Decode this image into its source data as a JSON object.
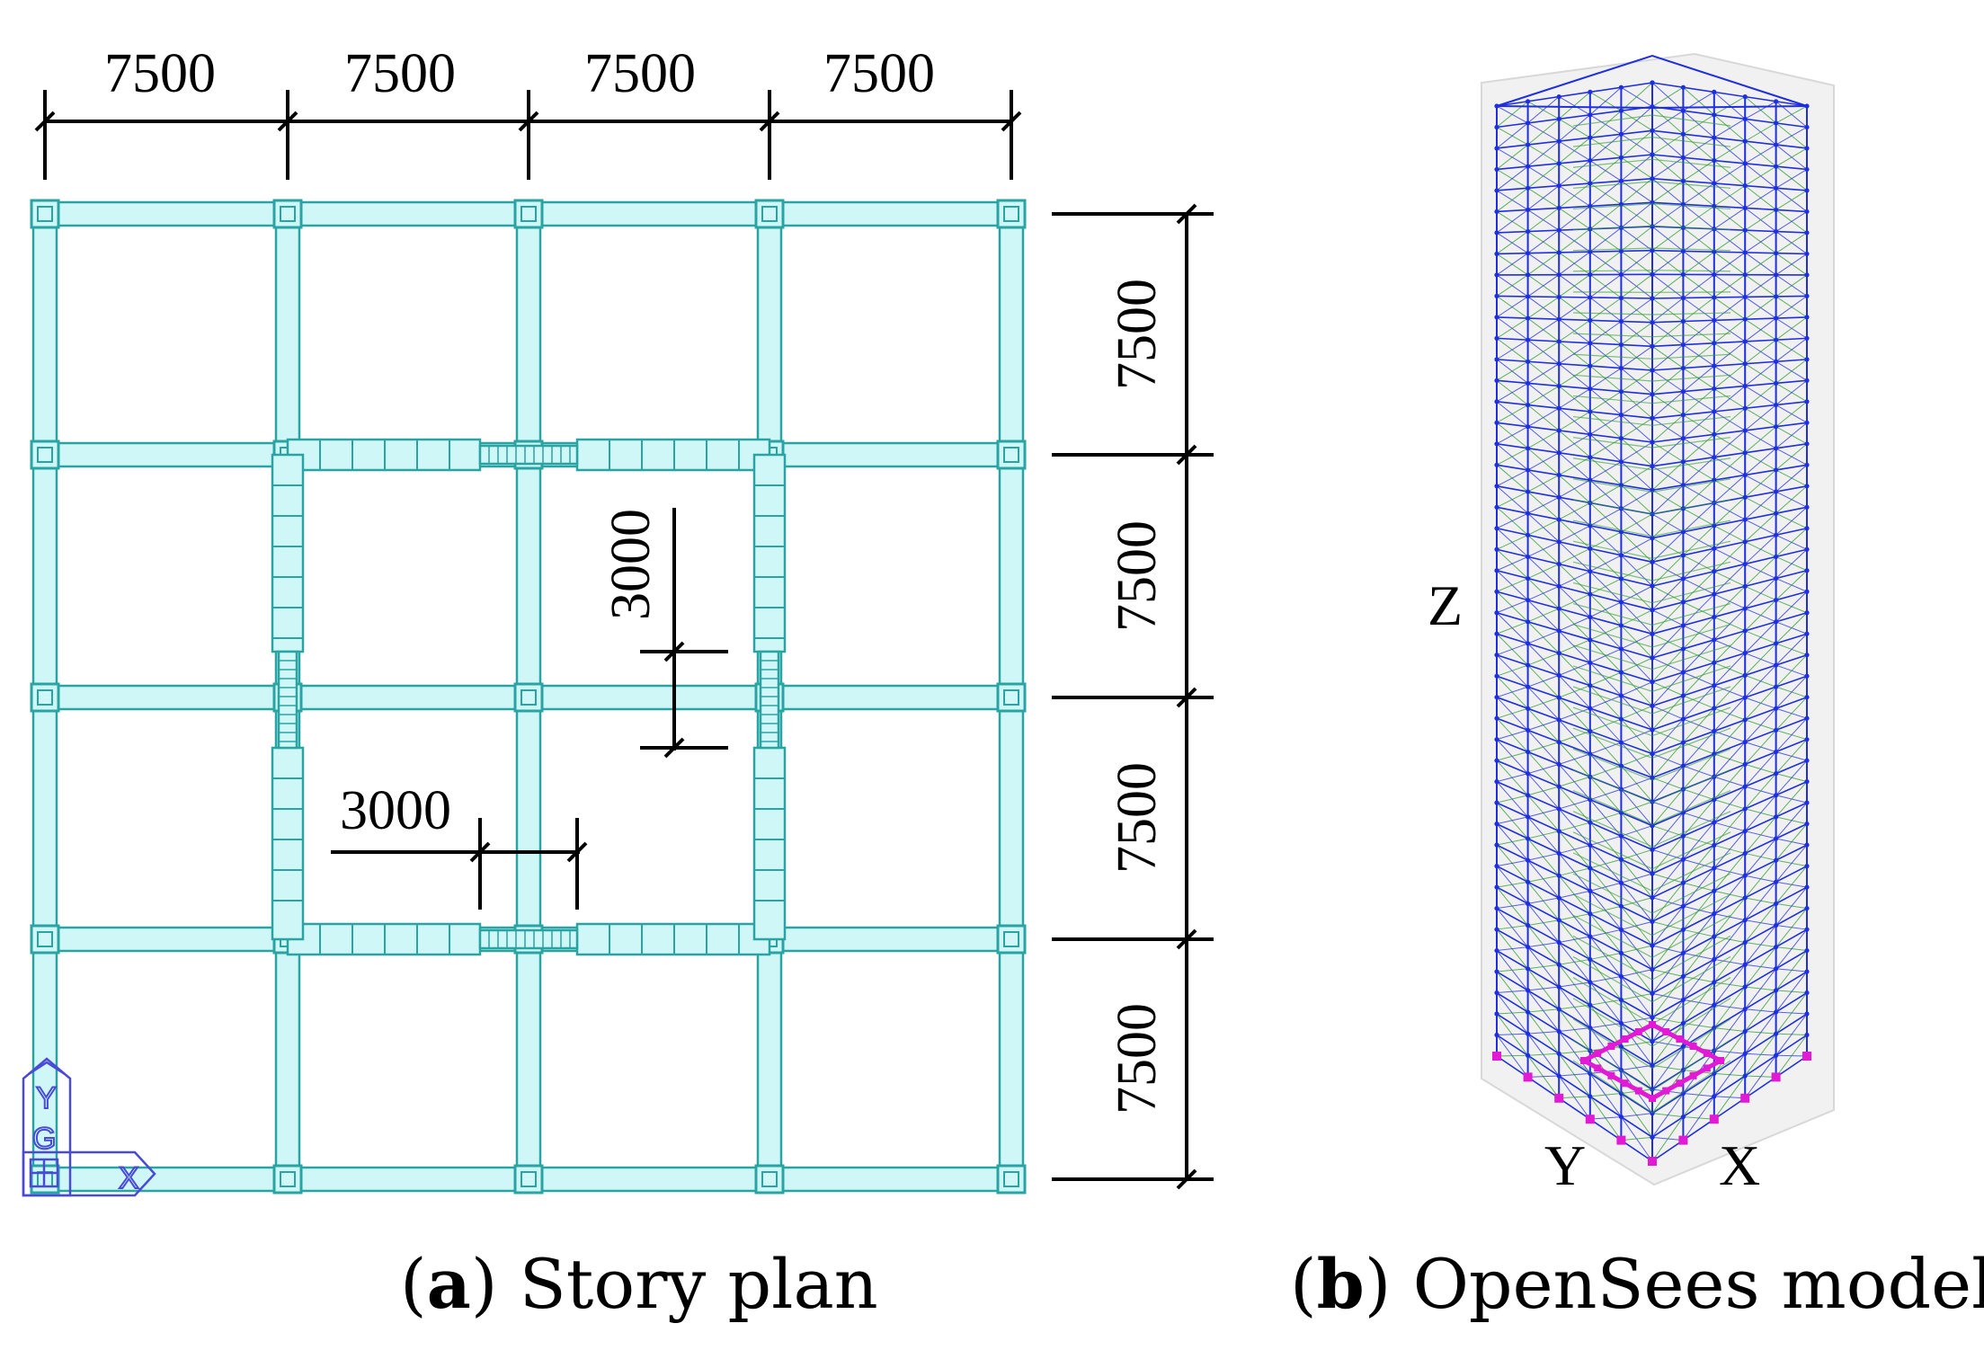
{
  "plan": {
    "top_dims": [
      "7500",
      "7500",
      "7500",
      "7500"
    ],
    "right_dims": [
      "7500",
      "7500",
      "7500",
      "7500"
    ],
    "core_opening_vertical": "3000",
    "core_opening_horizontal": "3000",
    "ucs_labels": {
      "y": "Y",
      "origin": "G",
      "x": "X"
    }
  },
  "model": {
    "axis_z": "Z",
    "axis_y": "Y",
    "axis_x": "X"
  },
  "captions": {
    "a_letter": "a",
    "a_text": " Story plan",
    "b_letter": "b",
    "b_text": " OpenSees model"
  },
  "colors": {
    "beam_fill": "#cff7f7",
    "beam_stroke": "#2aa3a3",
    "frame_blue": "#1f2fe0",
    "frame_green": "#2d9a2d",
    "support_magenta": "#e21ad4",
    "ucs_blue": "#4a4ad8"
  }
}
